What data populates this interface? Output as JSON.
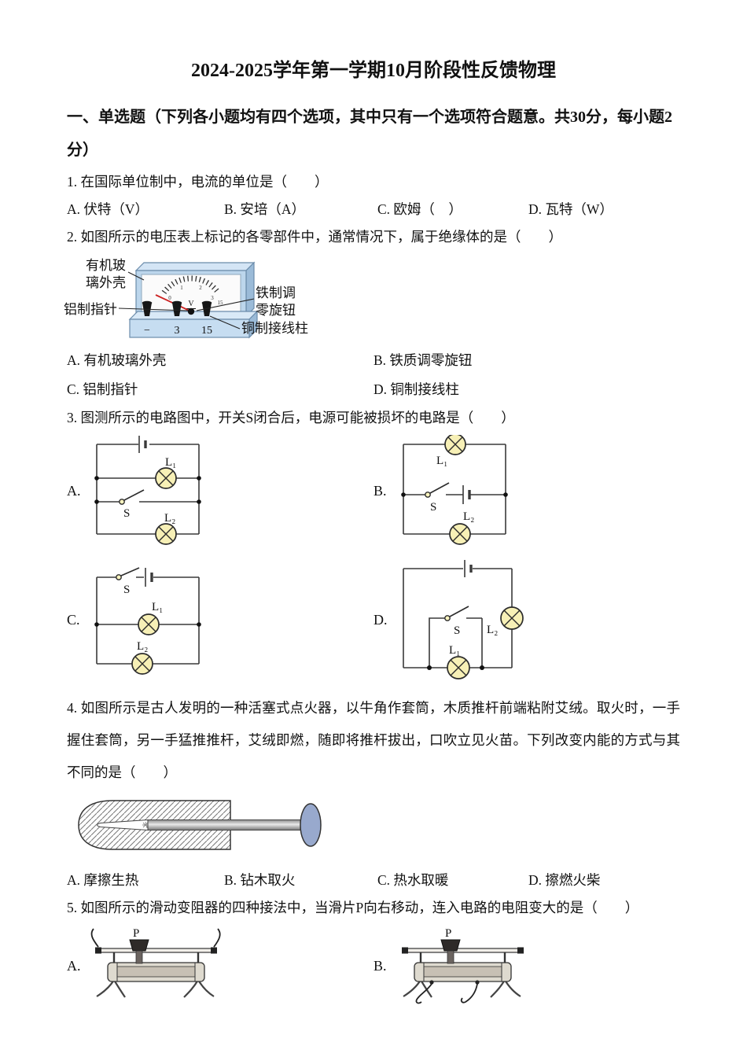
{
  "page": {
    "title": "2024-2025学年第一学期10月阶段性反馈物理",
    "section_heading": "一、单选题（下列各小题均有四个选项，其中只有一个选项符合题意。共30分，每小题2分）"
  },
  "questions": {
    "q1": {
      "text": "1. 在国际单位制中，电流的单位是（　　）",
      "options": [
        "A. 伏特（V）",
        "B. 安培（A）",
        "C. 欧姆（　）",
        "D. 瓦特（W）"
      ]
    },
    "q2": {
      "text": "2. 如图所示的电压表上标记的各零部件中，通常情况下，属于绝缘体的是（　　）",
      "figure": {
        "label_case": "有机玻\n璃外壳",
        "label_pointer": "铝制指针",
        "label_knob": "铁制调\n零旋钮",
        "label_terminal": "铜制接线柱",
        "terminals": [
          "−",
          "3",
          "15"
        ],
        "dial_unit": "V",
        "dial_numbers": [
          "0",
          "1",
          "2",
          "3",
          "15"
        ]
      },
      "options": [
        "A. 有机玻璃外壳",
        "B. 铁质调零旋钮",
        "C. 铝制指针",
        "D. 铜制接线柱"
      ]
    },
    "q3": {
      "text": "3. 图测所示的电路图中，开关S闭合后，电源可能被损坏的电路是（　　）",
      "circuits": [
        {
          "label": "A.",
          "lamp1": "L₁",
          "lamp2": "L₂",
          "switch": "S"
        },
        {
          "label": "B.",
          "lamp1": "L₁",
          "lamp2": "L₂",
          "switch": "S"
        },
        {
          "label": "C.",
          "lamp1": "L₁",
          "lamp2": "L₂",
          "switch": "S"
        },
        {
          "label": "D.",
          "lamp1": "L₁",
          "lamp2": "L₂",
          "switch": "S"
        }
      ]
    },
    "q4": {
      "text": "4. 如图所示是古人发明的一种活塞式点火器，以牛角作套筒，木质推杆前端粘附艾绒。取火时，一手握住套筒，另一手猛推推杆，艾绒即燃，随即将推杆拔出，口吹立见火苗。下列改变内能的方式与其不同的是（　　）",
      "options": [
        "A. 摩擦生热",
        "B. 钻木取火",
        "C. 热水取暖",
        "D. 擦燃火柴"
      ]
    },
    "q5": {
      "text": "5. 如图所示的滑动变阻器的四种接法中，当滑片P向右移动，连入电路的电阻变大的是（　　）",
      "figures": [
        {
          "label": "A.",
          "slider": "P"
        },
        {
          "label": "B.",
          "slider": "P"
        }
      ]
    }
  },
  "colors": {
    "lamp_fill": "#f7f0b6",
    "needle": "#cc2222",
    "piston_knob": "#98a9cd",
    "meter_body": "#bcd6ec"
  }
}
